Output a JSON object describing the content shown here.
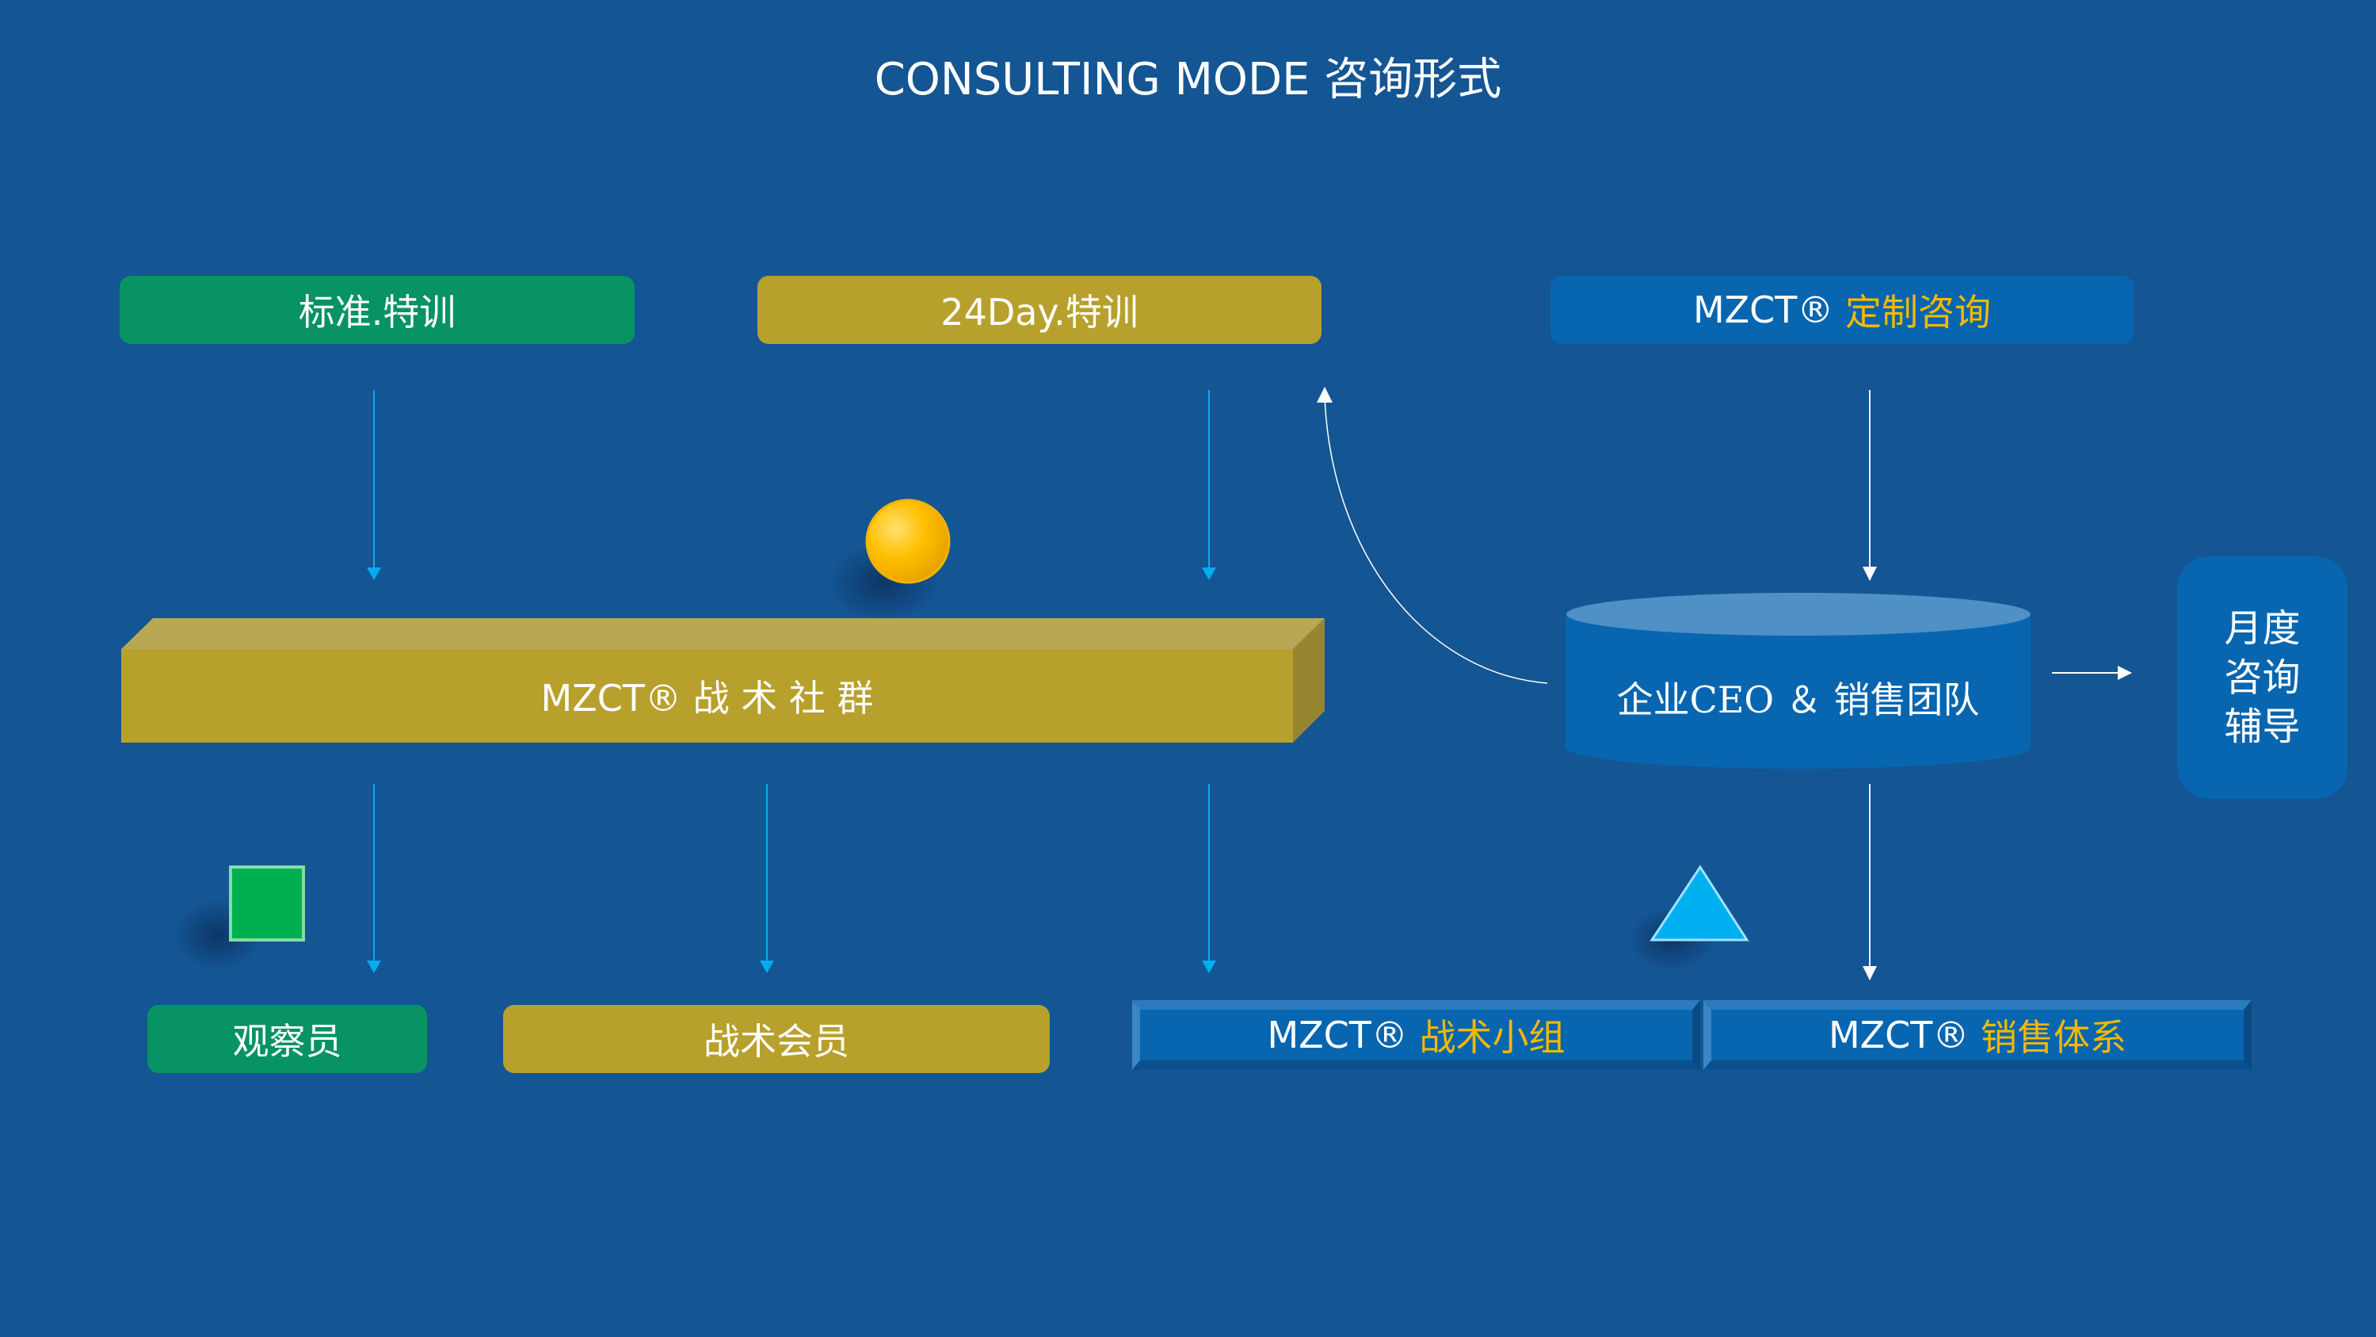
{
  "title": "CONSULTING MODE 咨询形式",
  "top_boxes": {
    "standard": "标准.特训",
    "day24": "24Day.特训",
    "custom_prefix": "MZCT®",
    "custom_highlight": "定制咨询"
  },
  "community": "MZCT® 战 术 社 群",
  "ceo_team": "企业CEO ＆ 销售团队",
  "monthly": "月度\n咨询\n辅导",
  "bottom_boxes": {
    "observer": "观察员",
    "member": "战术会员",
    "group_prefix": "MZCT®",
    "group_highlight": "战术小组",
    "system_prefix": "MZCT®",
    "system_highlight": "销售体系"
  },
  "colors": {
    "background": "#145594",
    "green": "#079363",
    "gold": "#B8A02D",
    "blue": "#0866B0",
    "highlight": "#F5B800",
    "arrow_cyan": "#00AEEF"
  }
}
